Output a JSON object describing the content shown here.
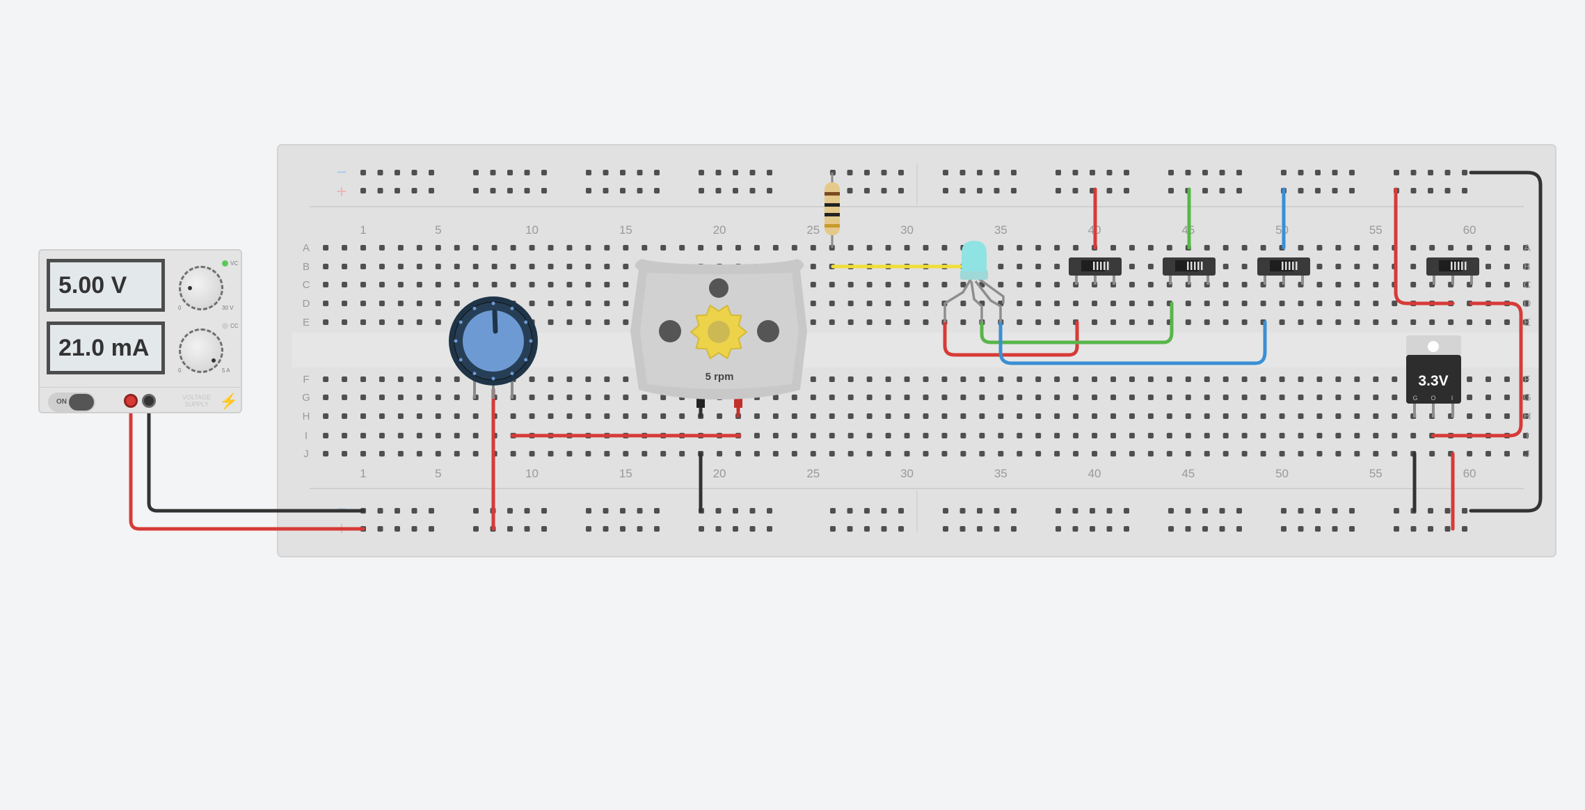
{
  "breadboard": {
    "rails_top": {
      "minus": "−",
      "plus": "+"
    },
    "rails_bottom": {
      "minus": "−",
      "plus": "+"
    },
    "row_letters_top": [
      "A",
      "B",
      "C",
      "D",
      "E"
    ],
    "row_letters_bottom": [
      "F",
      "G",
      "H",
      "I",
      "J"
    ],
    "column_numbers": [
      "1",
      "5",
      "10",
      "15",
      "20",
      "25",
      "30",
      "35",
      "40",
      "45",
      "50",
      "55",
      "60"
    ]
  },
  "power_supply": {
    "voltage_display": "5.00 V",
    "current_display": "21.0 mA",
    "vc_label": "VC",
    "cc_label": "CC",
    "v_min": "0",
    "v_max": "30 V",
    "a_min": "0",
    "a_max": "5 A",
    "on_label": "ON",
    "brand_line1": "VOLTAGE",
    "brand_line2": "SUPPLY",
    "vc_led_color": "#5cc85c",
    "cc_led_color": "#d0d0d0"
  },
  "motor": {
    "label": "5 rpm"
  },
  "regulator": {
    "label": "3.3V",
    "pins": [
      "G",
      "O",
      "I"
    ]
  },
  "colors": {
    "wire_red": "#d63b37",
    "wire_black": "#333333",
    "wire_green": "#58b54a",
    "wire_blue": "#3a8fd4",
    "wire_yellow": "#f0dd3a",
    "pot_blue": "#6e9ad4",
    "led_cyan": "#8fe3e3"
  }
}
